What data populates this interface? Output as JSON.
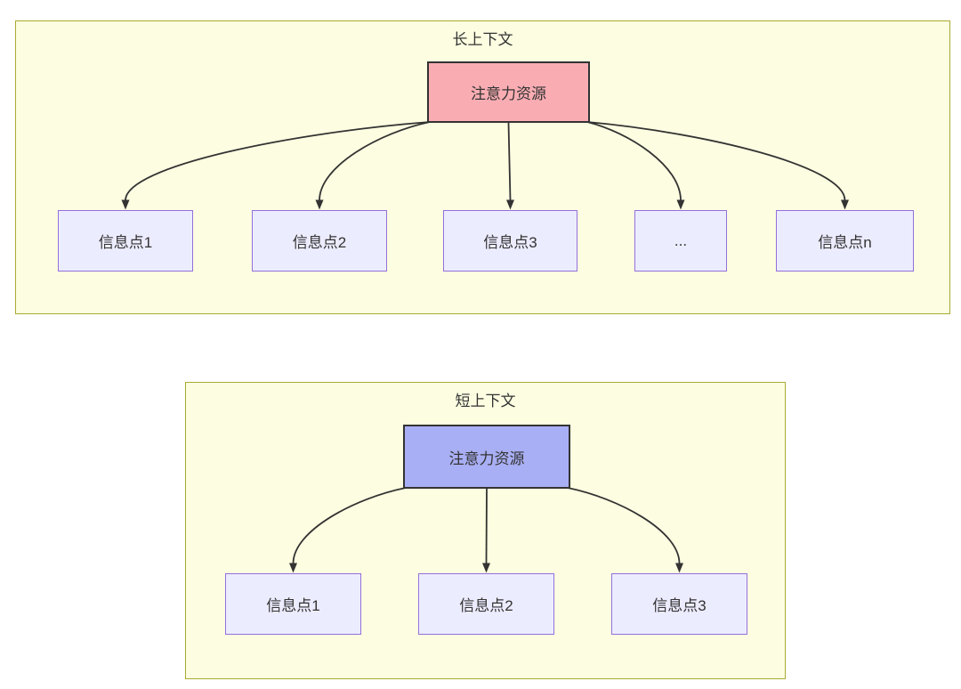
{
  "diagram": {
    "clusters": [
      {
        "title": "长上下文",
        "attention": {
          "label": "注意力资源",
          "fill": "#f9adb3"
        },
        "nodes": [
          {
            "label": "信息点1"
          },
          {
            "label": "信息点2"
          },
          {
            "label": "信息点3"
          },
          {
            "label": "..."
          },
          {
            "label": "信息点n"
          }
        ]
      },
      {
        "title": "短上下文",
        "attention": {
          "label": "注意力资源",
          "fill": "#a9aff4"
        },
        "nodes": [
          {
            "label": "信息点1"
          },
          {
            "label": "信息点2"
          },
          {
            "label": "信息点3"
          }
        ]
      }
    ],
    "colors": {
      "cluster_fill": "#fdfde1",
      "cluster_border": "#aaaa33",
      "node_fill": "#ececff",
      "node_border": "#9370db",
      "attention_border": "#333333",
      "edge": "#333333",
      "text": "#333333",
      "page_bg": "#ffffff"
    }
  }
}
